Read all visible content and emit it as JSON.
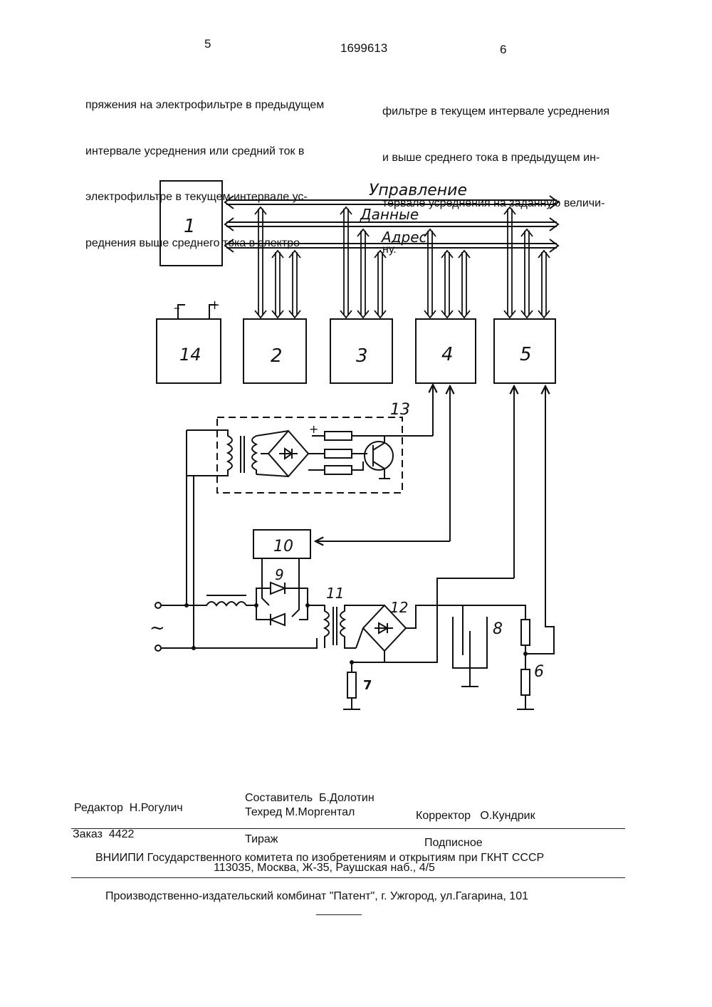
{
  "header": {
    "page_left": "5",
    "patent_number": "1699613",
    "page_right": "6"
  },
  "text": {
    "left_lines": [
      "пряжения на электрофильтре в предыдущем",
      "интервале усреднения или средний ток в",
      "электрофильтре в текущем интервале ус-",
      "реднения выше среднего тока в электро-"
    ],
    "right_lines": [
      "фильтре в текущем интервале усреднения",
      "и выше среднего тока в предыдущем ин-",
      "тервале усреднения на заданную величи-",
      "ну."
    ]
  },
  "diagram": {
    "bus_labels": {
      "control": "Управление",
      "data": "Данные",
      "address": "Адрес"
    },
    "block_labels": {
      "b1": "1",
      "b2": "2",
      "b3": "3",
      "b4": "4",
      "b5": "5",
      "b10": "10",
      "b14": "14"
    },
    "component_labels": {
      "c6": "6",
      "c7": "7",
      "c8": "8",
      "c9": "9",
      "c11": "11",
      "c12": "12",
      "c13": "13"
    },
    "supply_symbol": "~",
    "polarity": {
      "minus": "–",
      "plus": "+"
    },
    "transistor_plus": "+"
  },
  "footer": {
    "editor": "Редактор  Н.Рогулич",
    "compiler": "Составитель  Б.Долотин",
    "techred": "Техред М.Моргентал",
    "corrector": "Корректор   О.Кундрик",
    "order": "Заказ  4422",
    "circulation": "Тираж",
    "subscription": "Подписное",
    "org_line1": "ВНИИПИ Государственного комитета по изобретениям и открытиям при ГКНТ СССР",
    "org_line2": "113035, Москва, Ж-35, Раушская наб., 4/5",
    "printer": "Производственно-издательский комбинат \"Патент\", г. Ужгород, ул.Гагарина, 101"
  }
}
